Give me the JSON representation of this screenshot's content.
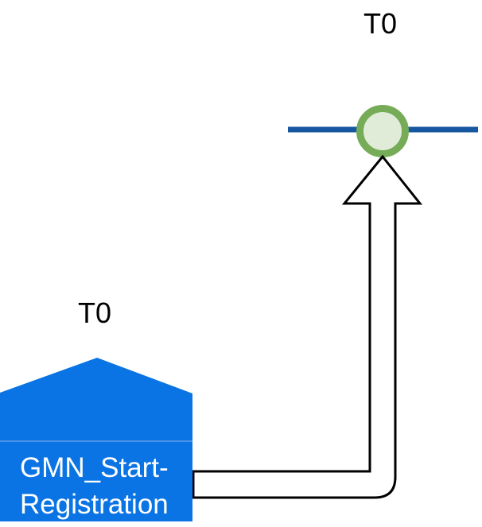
{
  "diagram": {
    "timeline_event": {
      "time_label": "T0"
    },
    "start_block": {
      "time_label": "T0",
      "title_line1": "GMN_Start-",
      "title_line2": "Registration"
    },
    "colors": {
      "block_fill": "#0b74e4",
      "block_divider": "#5f9ce8",
      "block_text": "#ffffff",
      "timeline_line": "#17579f",
      "node_ring": "#76ab58",
      "node_fill": "#e0ebd8",
      "arrow_stroke": "#000000",
      "arrow_fill": "#ffffff",
      "label_text": "#000000"
    }
  }
}
